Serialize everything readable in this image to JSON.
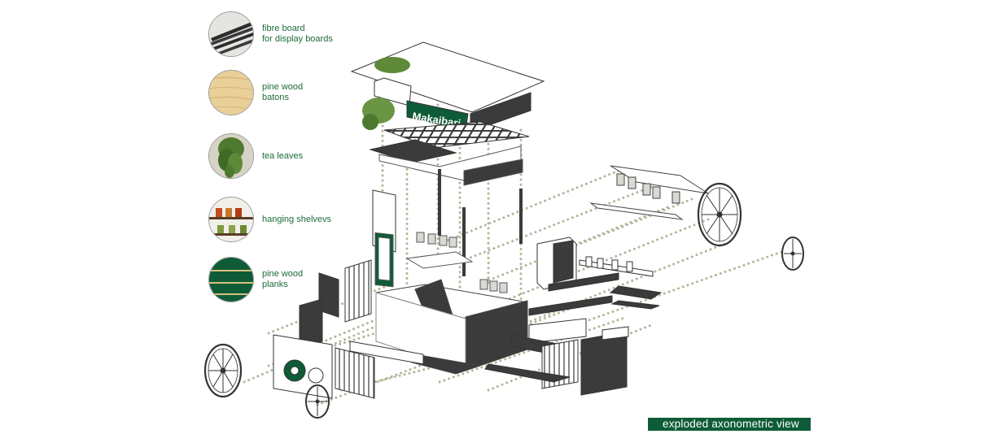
{
  "legend": [
    {
      "label": "fibre board\nfor display boards",
      "icon": "fibre-board-icon"
    },
    {
      "label": "pine wood\nbatons",
      "icon": "pine-batons-icon"
    },
    {
      "label": "tea leaves",
      "icon": "tea-leaves-icon"
    },
    {
      "label": "hanging shelvevs",
      "icon": "hanging-shelves-icon"
    },
    {
      "label": "pine wood\nplanks",
      "icon": "pine-planks-icon"
    }
  ],
  "signage": {
    "brand": "Makaibari"
  },
  "caption": "exploded axonometric view",
  "colors": {
    "dark_green": "#0e5c37",
    "label_green": "#1f6b3a",
    "panel_gray": "#3b3b3b",
    "dotted_line": "#b7b59a"
  }
}
